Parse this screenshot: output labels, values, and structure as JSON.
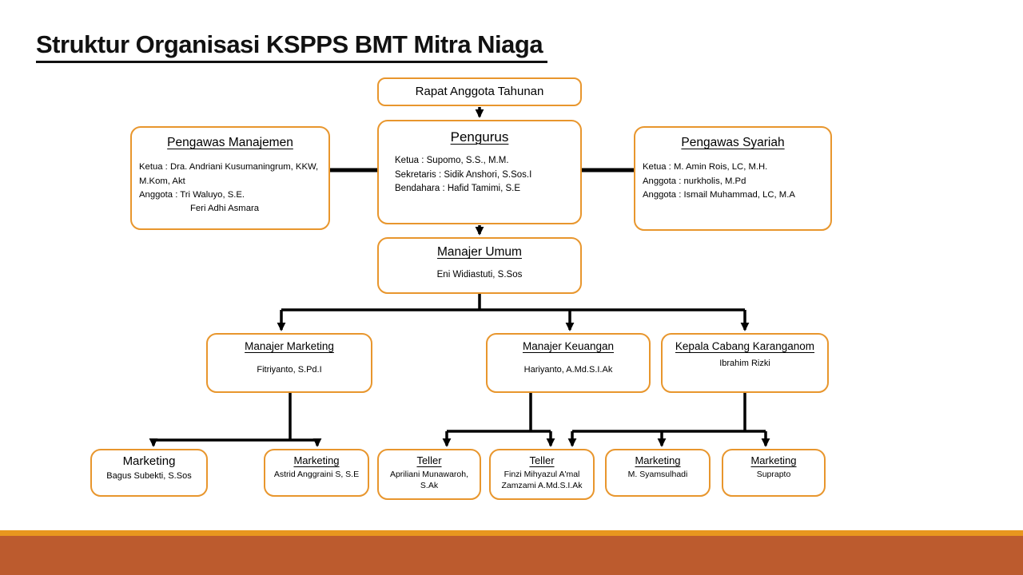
{
  "page": {
    "title": "Struktur Organisasi KSPPS BMT Mitra Niaga"
  },
  "colors": {
    "box_border": "#E8962D",
    "connector": "#000000",
    "footer_stripe": "#E8961E",
    "footer_band": "#BC5B2E"
  },
  "nodes": {
    "rapat": {
      "title": "Rapat Anggota Tahunan"
    },
    "pengawas_manajemen": {
      "title": "Pengawas Manajemen",
      "lines": [
        "Ketua : Dra. Andriani Kusumaningrum, KKW, M.Kom, Akt",
        "Anggota : Tri Waluyo, S.E.",
        "Feri Adhi Asmara"
      ]
    },
    "pengurus": {
      "title": "Pengurus",
      "lines": [
        "Ketua : Supomo, S.S., M.M.",
        "Sekretaris : Sidik Anshori, S.Sos.I",
        "Bendahara : Hafid Tamimi, S.E"
      ]
    },
    "pengawas_syariah": {
      "title": "Pengawas Syariah",
      "lines": [
        "Ketua : M. Amin Rois, LC, M.H.",
        "Anggota : nurkholis, M.Pd",
        "Anggota : Ismail Muhammad, LC, M.A"
      ]
    },
    "manajer_umum": {
      "title": "Manajer Umum",
      "person": "Eni Widiastuti, S.Sos"
    },
    "manajer_marketing": {
      "title": "Manajer Marketing",
      "person": "Fitriyanto, S.Pd.I"
    },
    "manajer_keuangan": {
      "title": "Manajer Keuangan",
      "person": "Hariyanto, A.Md.S.I.Ak"
    },
    "kepala_cabang": {
      "title": "Kepala Cabang Karanganom",
      "person": "Ibrahim Rizki"
    },
    "marketing_1": {
      "title": "Marketing",
      "person": "Bagus Subekti, S.Sos"
    },
    "marketing_2": {
      "title": "Marketing",
      "person": "Astrid Anggraini S, S.E"
    },
    "teller_1": {
      "title": "Teller",
      "person": "Apriliani Munawaroh, S.Ak"
    },
    "teller_2": {
      "title": "Teller",
      "person": "Finzi Mihyazul A'mal Zamzami A.Md.S.I.Ak"
    },
    "marketing_3": {
      "title": "Marketing",
      "person": "M. Syamsulhadi"
    },
    "marketing_4": {
      "title": "Marketing",
      "person": "Suprapto"
    }
  }
}
